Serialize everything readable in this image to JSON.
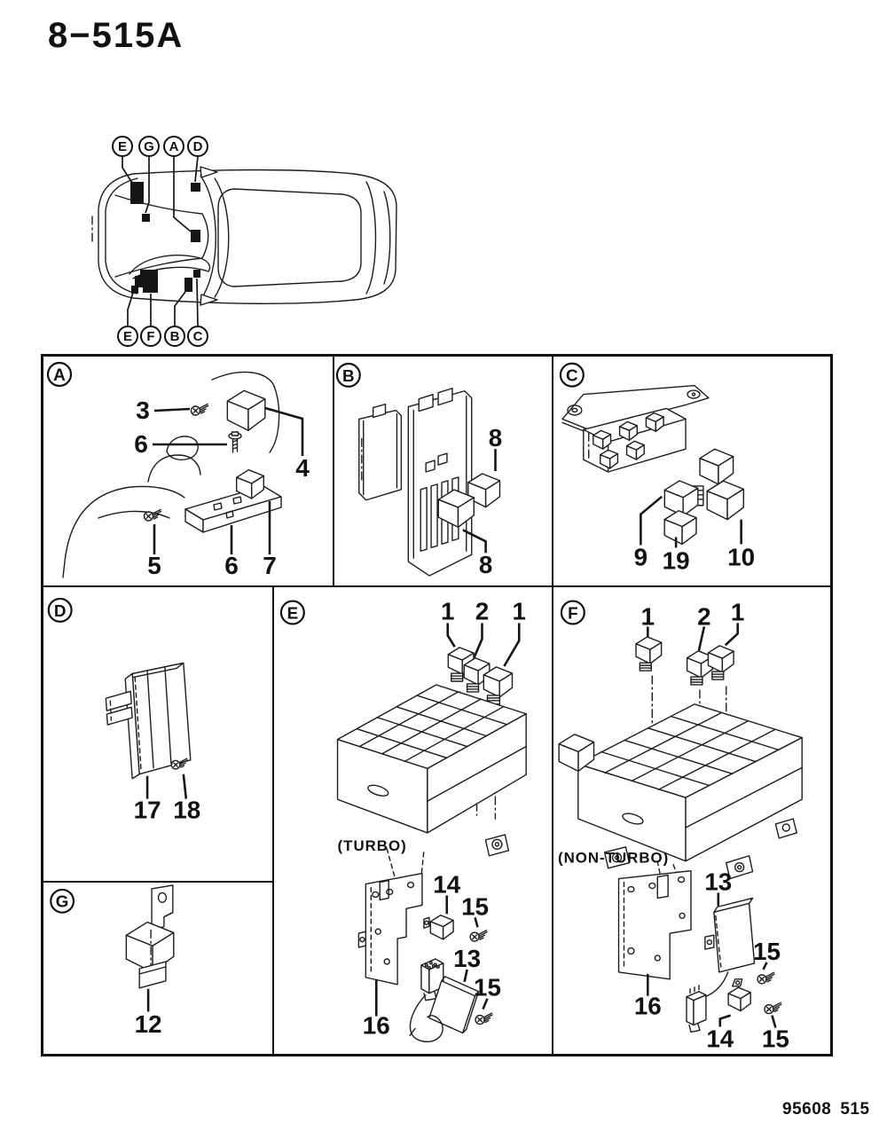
{
  "page": {
    "title": "8−515A",
    "footer_code": "95608",
    "footer_page": "515"
  },
  "locator": {
    "top_callouts": [
      "E",
      "G",
      "A",
      "D"
    ],
    "bottom_callouts": [
      "E",
      "F",
      "B",
      "C"
    ]
  },
  "panels": {
    "a": {
      "label": "A",
      "callouts": {
        "c3": "3",
        "c4": "4",
        "c5": "5",
        "c6_top": "6",
        "c6_bottom": "6",
        "c7": "7"
      }
    },
    "b": {
      "label": "B",
      "callouts": {
        "c8_top": "8",
        "c8_bottom": "8"
      }
    },
    "c": {
      "label": "C",
      "callouts": {
        "c9": "9",
        "c19": "19",
        "c10": "10"
      }
    },
    "d": {
      "label": "D",
      "callouts": {
        "c17": "17",
        "c18": "18"
      }
    },
    "e": {
      "label": "E",
      "caption": "(TURBO)",
      "callouts": {
        "c1_left": "1",
        "c2": "2",
        "c1_right": "1",
        "c14": "14",
        "c15_upper": "15",
        "c13": "13",
        "c15_lower": "15",
        "c16": "16"
      }
    },
    "f": {
      "label": "F",
      "caption": "(NON-TURBO)",
      "callouts": {
        "c1_left": "1",
        "c2": "2",
        "c1_right": "1",
        "c13": "13",
        "c15_upper": "15",
        "c16": "16",
        "c14": "14",
        "c15_lower": "15"
      }
    },
    "g": {
      "label": "G",
      "callouts": {
        "c12": "12"
      }
    }
  }
}
